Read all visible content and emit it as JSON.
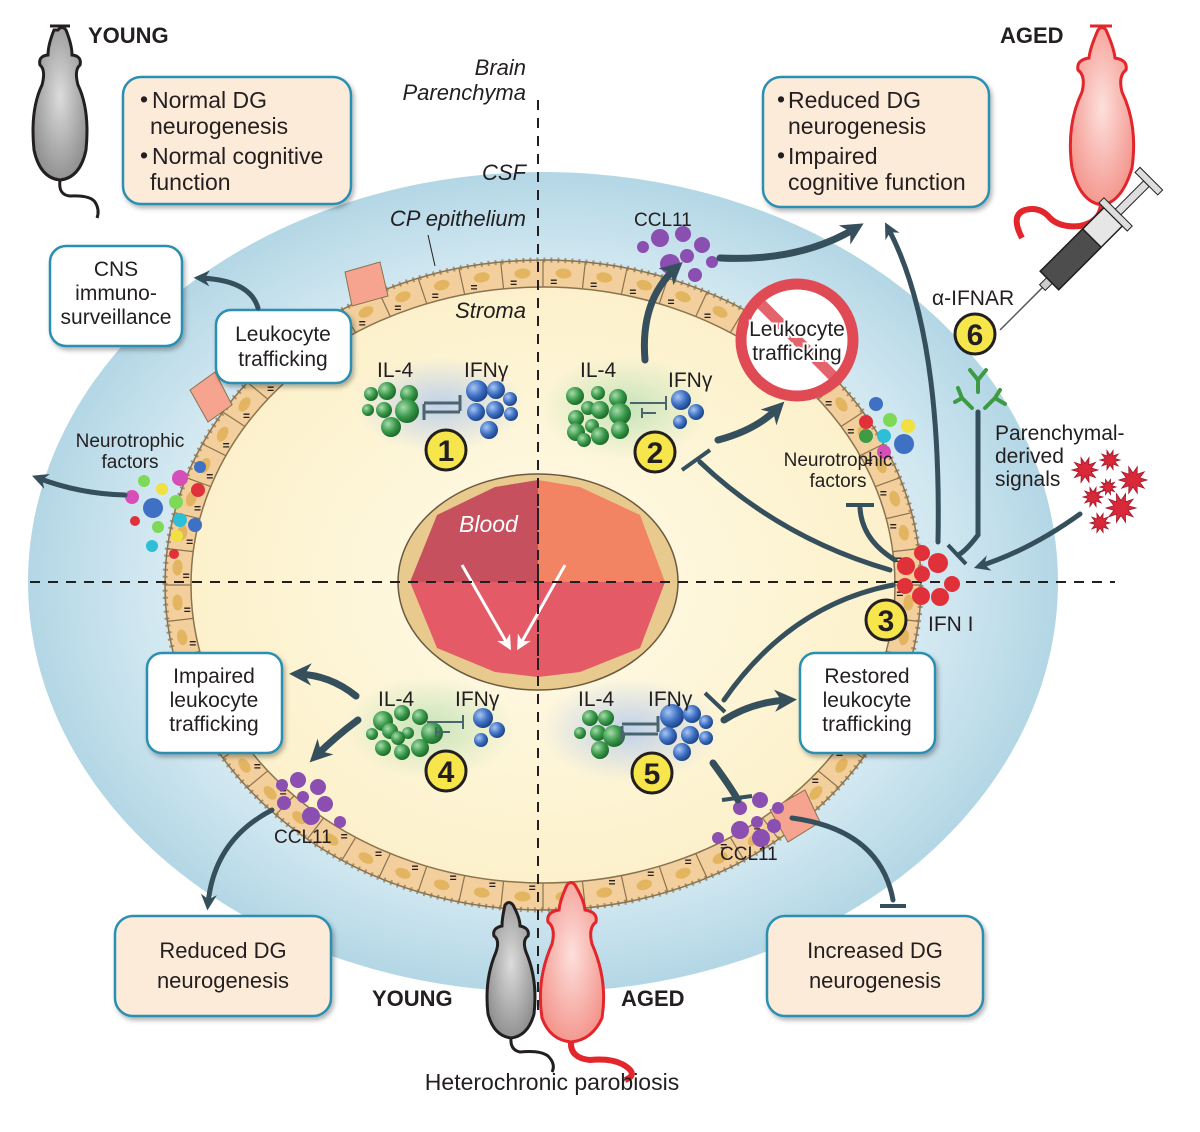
{
  "labels": {
    "young_top": "YOUNG",
    "aged_top": "AGED",
    "brain_parenchyma_line1": "Brain",
    "brain_parenchyma_line2": "Parenchyma",
    "csf": "CSF",
    "cp_epithelium": "CP epithelium",
    "stroma": "Stroma",
    "blood": "Blood",
    "ccl11_top": "CCL11",
    "ccl11_bottom_left": "CCL11",
    "ccl11_bottom_right": "CCL11",
    "neurotrophic_left_line1": "Neurotrophic",
    "neurotrophic_left_line2": "factors",
    "neurotrophic_right_line1": "Neurotrophic",
    "neurotrophic_right_line2": "factors",
    "alpha_ifnar": "α-IFNAR",
    "parenchymal_line1": "Parenchymal-",
    "parenchymal_line2": "derived",
    "parenchymal_line3": "signals",
    "ifn_i": "IFN I",
    "young_bottom": "YOUNG",
    "aged_bottom": "AGED",
    "heterochronic": "Heterochronic parobiosis"
  },
  "cytokines": {
    "il4": "IL-4",
    "ifng": "IFNγ"
  },
  "steps": [
    "1",
    "2",
    "3",
    "4",
    "5",
    "6"
  ],
  "boxes": {
    "young_outcome": {
      "bullet1_line1": "Normal DG",
      "bullet1_line2": "neurogenesis",
      "bullet2_line1": "Normal cognitive",
      "bullet2_line2": "function"
    },
    "aged_outcome": {
      "bullet1_line1": "Reduced DG",
      "bullet1_line2": "neurogenesis",
      "bullet2_line1": "Impaired",
      "bullet2_line2": "cognitive function"
    },
    "cns": {
      "line1": "CNS",
      "line2": "immuno-",
      "line3": "surveillance"
    },
    "leukocyte_young": {
      "line1": "Leukocyte",
      "line2": "trafficking"
    },
    "leukocyte_blocked": {
      "line1": "Leukocyte",
      "line2": "trafficking"
    },
    "impaired_leukocyte": {
      "line1": "Impaired",
      "line2": "leukocyte",
      "line3": "trafficking"
    },
    "restored_leukocyte": {
      "line1": "Restored",
      "line2": "leukocyte",
      "line3": "trafficking"
    },
    "reduced_dg": {
      "line1": "Reduced DG",
      "line2": "neurogenesis"
    },
    "increased_dg": {
      "line1": "Increased DG",
      "line2": "neurogenesis"
    }
  },
  "colors": {
    "csf_blue": "#a9d3e3",
    "stroma_cream": "#fdf4d4",
    "cell_tan": "#f2cf9c",
    "outcome_box": "#fdebd9",
    "box_border": "#2a8fb1",
    "arrow": "#35505c",
    "young_mouse": "#9d9d9d",
    "aged_mouse": "#f7a8a0",
    "aged_outline": "#e2262b",
    "il4_green": "#3a9a4a",
    "ifng_blue": "#3e70c4",
    "ccl11_purple": "#8a4fb0",
    "ifn_red": "#e0313b",
    "step_yellow": "#f6e64c",
    "blood_dark": "#c6505d",
    "blood_orange": "#f28464",
    "blood_red": "#e45a66",
    "no_sign": "#e04a55"
  }
}
